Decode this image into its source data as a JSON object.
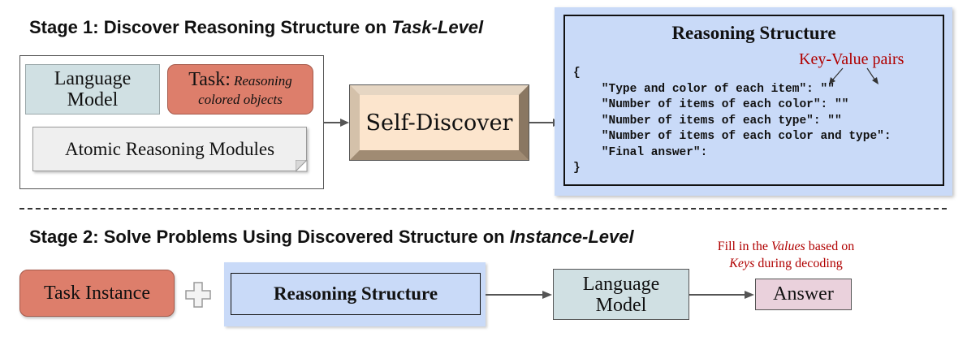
{
  "stage1": {
    "title_prefix": "Stage 1: Discover Reasoning Structure on ",
    "title_emph": "Task-Level"
  },
  "inputs": {
    "lm_line1": "Language",
    "lm_line2": "Model",
    "task_label": "Task:",
    "task_desc1": "Reasoning",
    "task_desc2": "colored objects",
    "atomic_modules": "Atomic Reasoning Modules"
  },
  "self_discover": "Self-Discover",
  "reasoning_structure": {
    "title": "Reasoning Structure",
    "annotation": "Key-Value pairs",
    "code_lines": [
      "{",
      "    \"Type and color of each item\": \"\"",
      "    \"Number of items of each color\": \"\"",
      "    \"Number of items of each type\": \"\"",
      "    \"Number of items of each color and type\":",
      "    \"Final answer\":",
      "}"
    ]
  },
  "stage2": {
    "title_prefix": "Stage 2: Solve Problems Using Discovered Structure on ",
    "title_emph": "Instance-Level",
    "task_instance": "Task Instance",
    "reasoning_structure": "Reasoning Structure",
    "lm_line1": "Language",
    "lm_line2": "Model",
    "answer": "Answer",
    "note_l1_a": "Fill in the ",
    "note_l1_b": "Values",
    "note_l1_c": " based on",
    "note_l2_a": "Keys",
    "note_l2_b": " during decoding"
  },
  "colors": {
    "language_model": "#d0e0e3",
    "task": "#dd7e6b",
    "self_discover": "#fce5cd",
    "reasoning_structure": "#c9daf8",
    "answer": "#ead1dc",
    "annotation": "#b00000"
  }
}
